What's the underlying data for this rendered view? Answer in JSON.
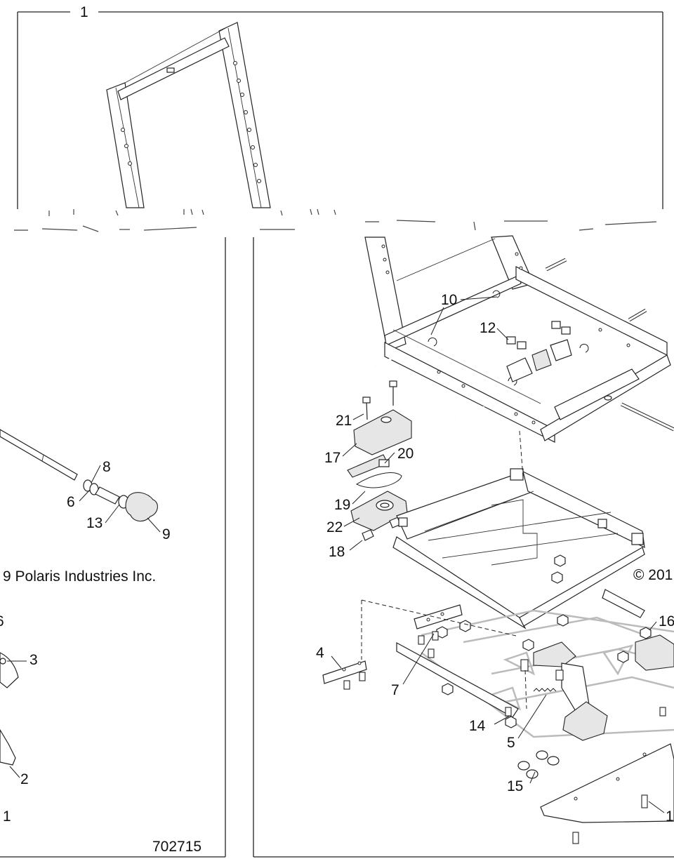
{
  "callouts": {
    "c1_top": "1",
    "c10": "10",
    "c12": "12",
    "c21": "21",
    "c17": "17",
    "c20": "20",
    "c19": "19",
    "c22": "22",
    "c18": "18",
    "c8": "8",
    "c6": "6",
    "c13": "13",
    "c9": "9",
    "c3": "3",
    "c6_left": "6",
    "c2": "2",
    "c1_left": "1",
    "c4": "4",
    "c7": "7",
    "c14": "14",
    "c5": "5",
    "c15": "15",
    "c16": "16",
    "c1_right": "1"
  },
  "copyright_left": "9 Polaris Industries Inc.",
  "copyright_right": "© 201",
  "drawing_number": "702715"
}
